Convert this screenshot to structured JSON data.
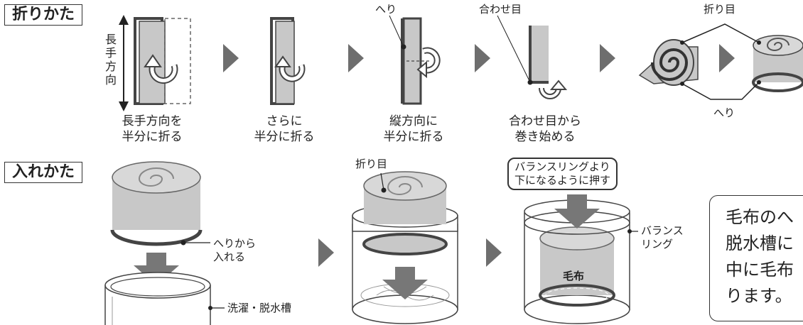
{
  "sections": {
    "folding": "折りかた",
    "inserting": "入れかた"
  },
  "folding": {
    "side_label": [
      "長",
      "手",
      "方",
      "向"
    ],
    "steps": [
      {
        "line1": "長手方向を",
        "line2": "半分に折る"
      },
      {
        "line1": "さらに",
        "line2": "半分に折る"
      },
      {
        "line1": "縦方向に",
        "line2": "半分に折る"
      },
      {
        "line1": "合わせ目から",
        "line2": "巻き始める"
      }
    ],
    "edge_label": "へり",
    "seam_label": "合わせ目",
    "fold_label": "折り目",
    "edge_label_bottom": "へり"
  },
  "inserting": {
    "edge_insert": {
      "line1": "へりから",
      "line2": "入れる"
    },
    "tub_label": "洗濯・脱水槽",
    "fold_label": "折り目",
    "push_bubble": {
      "line1": "バランスリングより",
      "line2": "下になるように押す"
    },
    "ring_label": {
      "line1": "バランス",
      "line2": "リング"
    },
    "blanket_label": "毛布"
  },
  "infobox": {
    "lines": [
      "毛布のへ",
      "脱水槽に",
      "中に毛布",
      "ります。"
    ]
  },
  "colors": {
    "blanket_fill": "#c8c8c8",
    "dark_edge": "#444444",
    "arrow_gray": "#777777",
    "step_arrow": "#6e6e6e"
  }
}
